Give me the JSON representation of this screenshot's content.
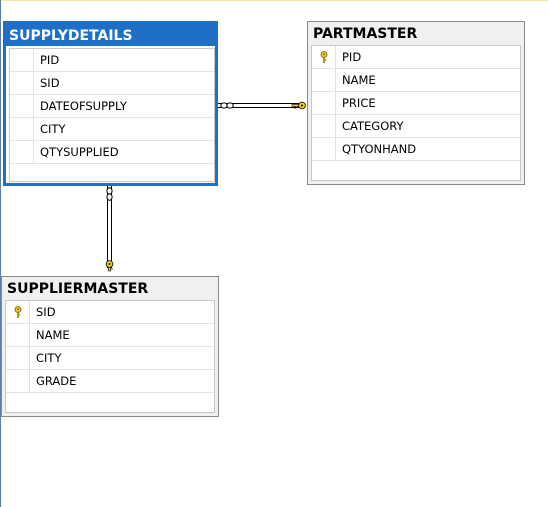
{
  "tables": {
    "supplydetails": {
      "title": "SUPPLYDETAILS",
      "selected": true,
      "columns": [
        {
          "name": "PID",
          "primary_key": false
        },
        {
          "name": "SID",
          "primary_key": false
        },
        {
          "name": "DATEOFSUPPLY",
          "primary_key": false
        },
        {
          "name": "CITY",
          "primary_key": false
        },
        {
          "name": "QTYSUPPLIED",
          "primary_key": false
        }
      ]
    },
    "partmaster": {
      "title": "PARTMASTER",
      "selected": false,
      "columns": [
        {
          "name": "PID",
          "primary_key": true
        },
        {
          "name": "NAME",
          "primary_key": false
        },
        {
          "name": "PRICE",
          "primary_key": false
        },
        {
          "name": "CATEGORY",
          "primary_key": false
        },
        {
          "name": "QTYONHAND",
          "primary_key": false
        }
      ]
    },
    "suppliermaster": {
      "title": "SUPPLIERMASTER",
      "selected": false,
      "columns": [
        {
          "name": "SID",
          "primary_key": true
        },
        {
          "name": "NAME",
          "primary_key": false
        },
        {
          "name": "CITY",
          "primary_key": false
        },
        {
          "name": "GRADE",
          "primary_key": false
        }
      ]
    }
  },
  "relationships": [
    {
      "from": "SUPPLYDETAILS",
      "to": "PARTMASTER",
      "from_end": "many",
      "to_end": "one-key"
    },
    {
      "from": "SUPPLYDETAILS",
      "to": "SUPPLIERMASTER",
      "from_end": "many",
      "to_end": "one-key"
    }
  ],
  "colors": {
    "selected_header": "#1f6fc6",
    "key_icon": "#f2d21b",
    "connector": "#000000"
  },
  "icons": {
    "primary_key": "key-icon",
    "many_end": "infinity-icon",
    "one_end": "key-icon"
  }
}
